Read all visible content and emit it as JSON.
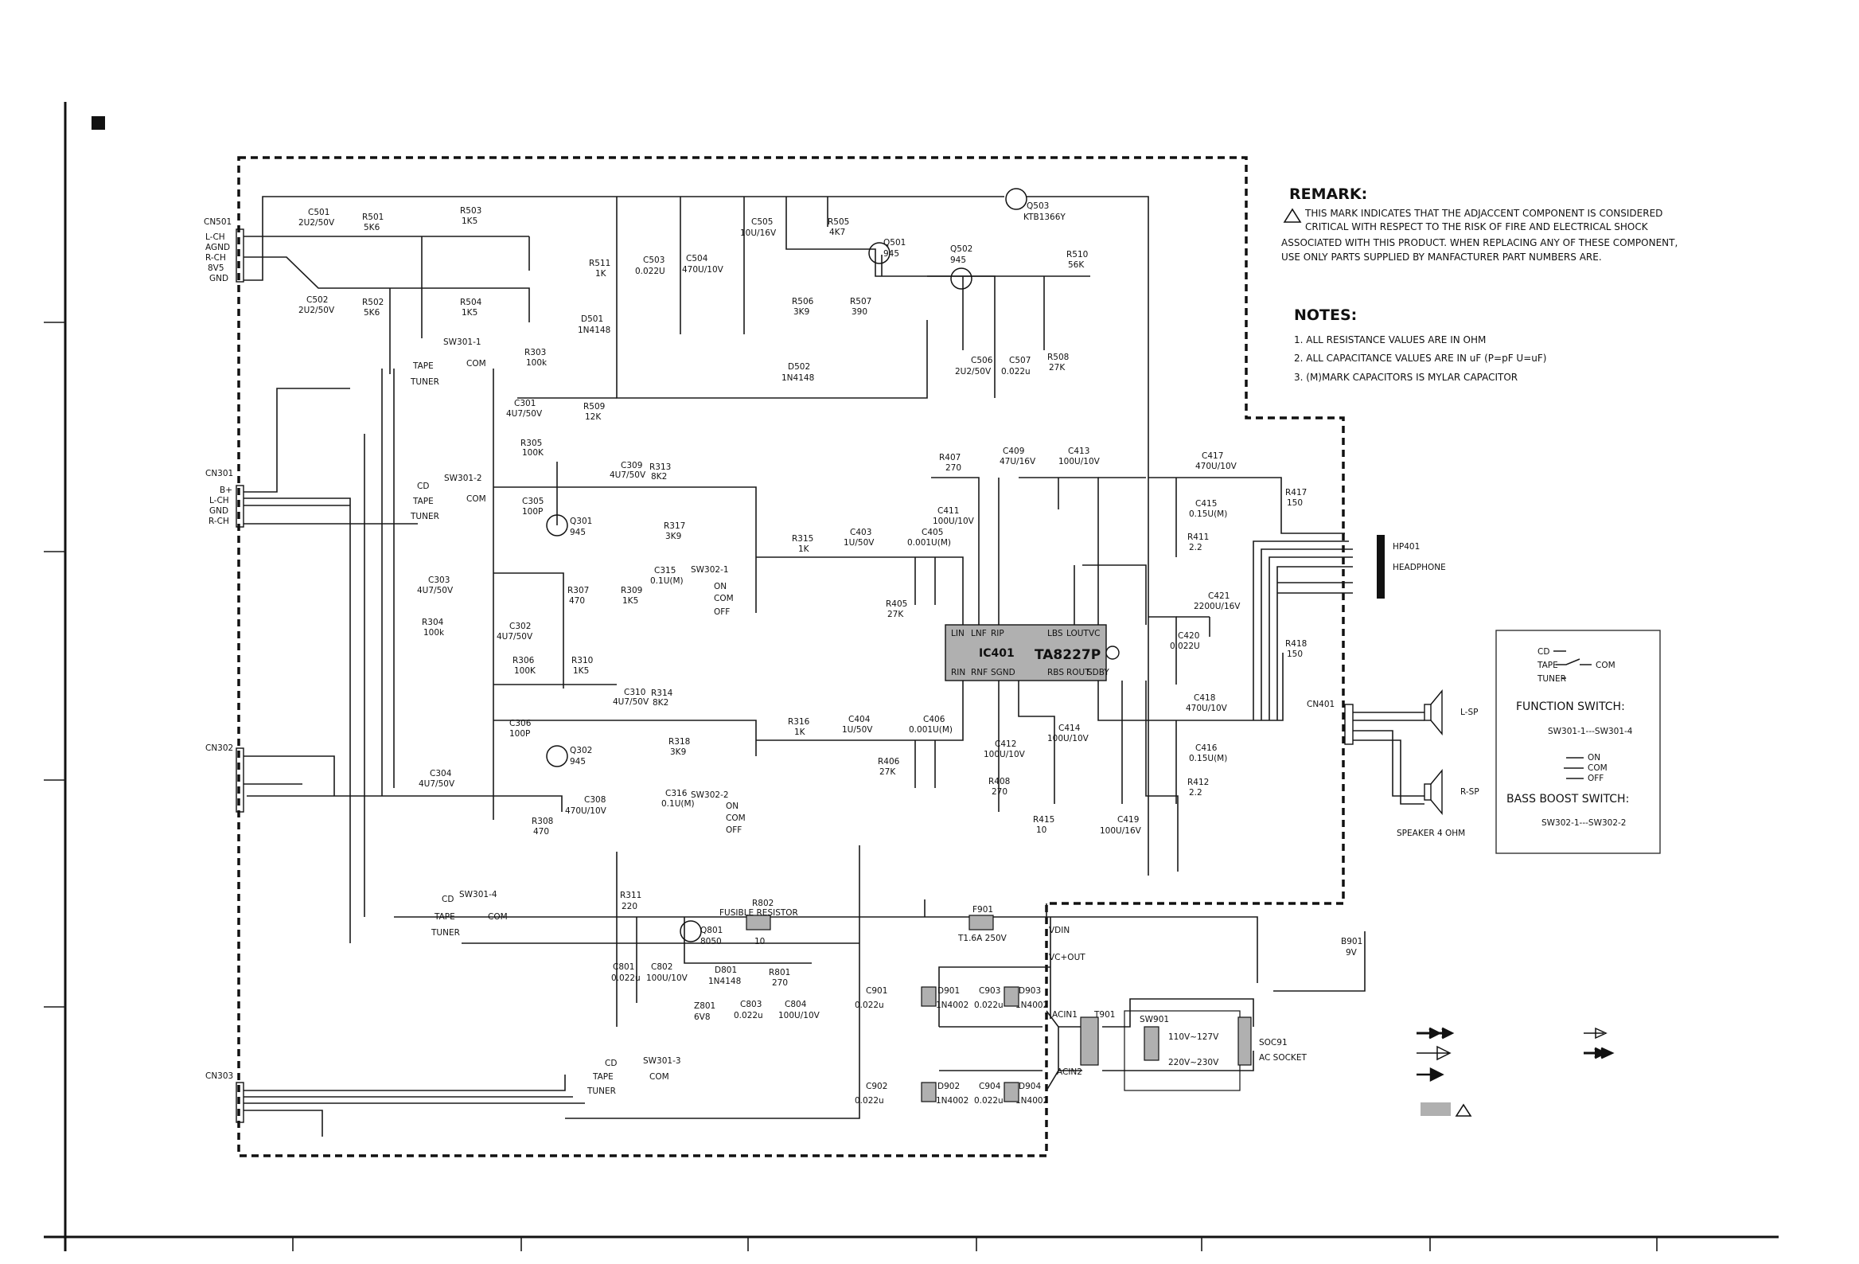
{
  "remark": {
    "title": "REMARK:",
    "lines": [
      "THIS MARK INDICATES THAT THE ADJACCENT COMPONENT IS CONSIDERED",
      "CRITICAL WITH RESPECT TO THE RISK OF FIRE AND ELECTRICAL SHOCK",
      "ASSOCIATED WITH THIS PRODUCT. WHEN REPLACING ANY OF THESE COMPONENT,",
      "USE ONLY PARTS SUPPLIED BY MANFACTURER PART NUMBERS ARE."
    ]
  },
  "notes": {
    "title": "NOTES:",
    "items": [
      "1.  ALL RESISTANCE VALUES ARE IN OHM",
      "2.  ALL CAPACITANCE VALUES ARE IN uF (P=pF U=uF)",
      "3.  (M)MARK CAPACITORS IS MYLAR CAPACITOR"
    ]
  },
  "legend_box": {
    "function_switch": "FUNCTION SWITCH:",
    "function_range": "SW301-1---SW301-4",
    "bass_boost_switch": "BASS BOOST SWITCH:",
    "bass_range": "SW302-1---SW302-2",
    "fs_cd": "CD",
    "fs_tape": "TAPE",
    "fs_tuner": "TUNER",
    "fs_com": "COM",
    "bb_on": "ON",
    "bb_com": "COM",
    "bb_off": "OFF"
  },
  "ic": {
    "ref": "IC401",
    "part": "TA8227P",
    "top_pins": [
      "LIN",
      "LNF",
      "RIP",
      "",
      "LBS",
      "LOUT",
      "VC"
    ],
    "bottom_pins": [
      "RIN",
      "RNF",
      "SGND",
      "",
      "RBS",
      "ROUT",
      "SDBY"
    ]
  },
  "connectors": {
    "cn501": {
      "ref": "CN501",
      "pins": [
        "L-CH",
        "AGND",
        "R-CH",
        "8V5",
        "GND"
      ]
    },
    "cn301": {
      "ref": "CN301",
      "pins": [
        "B+",
        "L-CH",
        "GND",
        "R-CH"
      ]
    },
    "cn302": {
      "ref": "CN302"
    },
    "cn303": {
      "ref": "CN303"
    },
    "cn401": {
      "ref": "CN401"
    }
  },
  "outputs": {
    "headphone_ref": "HP401",
    "headphone": "HEADPHONE",
    "l_sp": "L-SP",
    "r_sp": "R-SP",
    "speaker": "SPEAKER 4 OHM"
  },
  "switches": {
    "sw301_1": "SW301-1",
    "sw301_2": "SW301-2",
    "sw301_3": "SW301-3",
    "sw301_4": "SW301-4",
    "sw302_1": "SW302-1",
    "sw302_2": "SW302-2",
    "cd": "CD",
    "tape": "TAPE",
    "tuner": "TUNER",
    "com": "COM",
    "on": "ON",
    "off": "OFF"
  },
  "power": {
    "r802": "R802",
    "fusible": "FUSIBLE RESISTOR",
    "r802_val": "10",
    "f901": "F901",
    "f901_val": "T1.6A 250V",
    "vdin": "VDIN",
    "vcout": "VC+OUT",
    "acin1": "ACIN1",
    "acin2": "ACIN2",
    "t901": "T901",
    "sw901": "SW901",
    "v110": "110V~127V",
    "v220": "220V~230V",
    "soc91": "SOC91",
    "ac_socket": "AC SOCKET",
    "b901": "B901",
    "b901_val": "9V"
  },
  "transistors": [
    {
      "ref": "Q503",
      "val": "KTB1366Y"
    },
    {
      "ref": "Q501",
      "val": "945"
    },
    {
      "ref": "Q502",
      "val": "945"
    },
    {
      "ref": "Q301",
      "val": "945"
    },
    {
      "ref": "Q302",
      "val": "945"
    },
    {
      "ref": "Q801",
      "val": "8050"
    }
  ],
  "resistors": [
    {
      "ref": "R501",
      "val": "5K6"
    },
    {
      "ref": "R503",
      "val": "1K5"
    },
    {
      "ref": "R502",
      "val": "5K6"
    },
    {
      "ref": "R504",
      "val": "1K5"
    },
    {
      "ref": "R511",
      "val": "1K"
    },
    {
      "ref": "R505",
      "val": "4K7"
    },
    {
      "ref": "R506",
      "val": "3K9"
    },
    {
      "ref": "R507",
      "val": "390"
    },
    {
      "ref": "R510",
      "val": "56K"
    },
    {
      "ref": "R508",
      "val": "27K"
    },
    {
      "ref": "R303",
      "val": "100k"
    },
    {
      "ref": "R509",
      "val": "12K"
    },
    {
      "ref": "R305",
      "val": "100K"
    },
    {
      "ref": "R313",
      "val": "8K2"
    },
    {
      "ref": "R317",
      "val": "3K9"
    },
    {
      "ref": "R315",
      "val": "1K"
    },
    {
      "ref": "R307",
      "val": "470"
    },
    {
      "ref": "R309",
      "val": "1K5"
    },
    {
      "ref": "R304",
      "val": "100k"
    },
    {
      "ref": "R306",
      "val": "100K"
    },
    {
      "ref": "R310",
      "val": "1K5"
    },
    {
      "ref": "R314",
      "val": "8K2"
    },
    {
      "ref": "R318",
      "val": "3K9"
    },
    {
      "ref": "R316",
      "val": "1K"
    },
    {
      "ref": "R308",
      "val": "470"
    },
    {
      "ref": "R311",
      "val": "220"
    },
    {
      "ref": "R801",
      "val": "270"
    },
    {
      "ref": "R407",
      "val": "270"
    },
    {
      "ref": "R405",
      "val": "27K"
    },
    {
      "ref": "R406",
      "val": "27K"
    },
    {
      "ref": "R408",
      "val": "270"
    },
    {
      "ref": "R415",
      "val": "10"
    },
    {
      "ref": "R417",
      "val": "150"
    },
    {
      "ref": "R411",
      "val": "2.2"
    },
    {
      "ref": "R418",
      "val": "150"
    },
    {
      "ref": "R412",
      "val": "2.2"
    }
  ],
  "capacitors": [
    {
      "ref": "C501",
      "val": "2U2/50V"
    },
    {
      "ref": "C502",
      "val": "2U2/50V"
    },
    {
      "ref": "C503",
      "val": "0.022U"
    },
    {
      "ref": "C504",
      "val": "470U/10V"
    },
    {
      "ref": "C505",
      "val": "10U/16V"
    },
    {
      "ref": "C506",
      "val": "2U2/50V"
    },
    {
      "ref": "C507",
      "val": "0.022u"
    },
    {
      "ref": "C301",
      "val": "4U7/50V"
    },
    {
      "ref": "C305",
      "val": "100P"
    },
    {
      "ref": "C309",
      "val": "4U7/50V"
    },
    {
      "ref": "C315",
      "val": "0.1U(M)"
    },
    {
      "ref": "C303",
      "val": "4U7/50V"
    },
    {
      "ref": "C302",
      "val": "4U7/50V"
    },
    {
      "ref": "C306",
      "val": "100P"
    },
    {
      "ref": "C310",
      "val": "4U7/50V"
    },
    {
      "ref": "C316",
      "val": "0.1U(M)"
    },
    {
      "ref": "C304",
      "val": "4U7/50V"
    },
    {
      "ref": "C308",
      "val": "470U/10V"
    },
    {
      "ref": "C403",
      "val": "1U/50V"
    },
    {
      "ref": "C405",
      "val": "0.001U(M)"
    },
    {
      "ref": "C411",
      "val": "100U/10V"
    },
    {
      "ref": "C409",
      "val": "47U/16V"
    },
    {
      "ref": "C413",
      "val": "100U/10V"
    },
    {
      "ref": "C404",
      "val": "1U/50V"
    },
    {
      "ref": "C406",
      "val": "0.001U(M)"
    },
    {
      "ref": "C412",
      "val": "100U/10V"
    },
    {
      "ref": "C414",
      "val": "100U/10V"
    },
    {
      "ref": "C419",
      "val": "100U/16V"
    },
    {
      "ref": "C417",
      "val": "470U/10V"
    },
    {
      "ref": "C415",
      "val": "0.15U(M)"
    },
    {
      "ref": "C421",
      "val": "2200U/16V"
    },
    {
      "ref": "C420",
      "val": "0.022U"
    },
    {
      "ref": "C418",
      "val": "470U/10V"
    },
    {
      "ref": "C416",
      "val": "0.15U(M)"
    },
    {
      "ref": "C801",
      "val": "0.022u"
    },
    {
      "ref": "C802",
      "val": "100U/10V"
    },
    {
      "ref": "C803",
      "val": "0.022u"
    },
    {
      "ref": "C804",
      "val": "100U/10V"
    },
    {
      "ref": "C901",
      "val": "0.022u"
    },
    {
      "ref": "C903",
      "val": "0.022u"
    },
    {
      "ref": "C902",
      "val": "0.022u"
    },
    {
      "ref": "C904",
      "val": "0.022u"
    }
  ],
  "diodes": [
    {
      "ref": "D501",
      "val": "1N4148"
    },
    {
      "ref": "D502",
      "val": "1N4148"
    },
    {
      "ref": "D801",
      "val": "1N4148"
    },
    {
      "ref": "Z801",
      "val": "6V8"
    },
    {
      "ref": "D901",
      "val": "1N4002"
    },
    {
      "ref": "D903",
      "val": "1N4002"
    },
    {
      "ref": "D902",
      "val": "1N4002"
    },
    {
      "ref": "D904",
      "val": "1N4002"
    }
  ],
  "colors": {
    "ink": "#111111",
    "paper": "#ffffff",
    "critical_fill": "#b0b0b0"
  }
}
